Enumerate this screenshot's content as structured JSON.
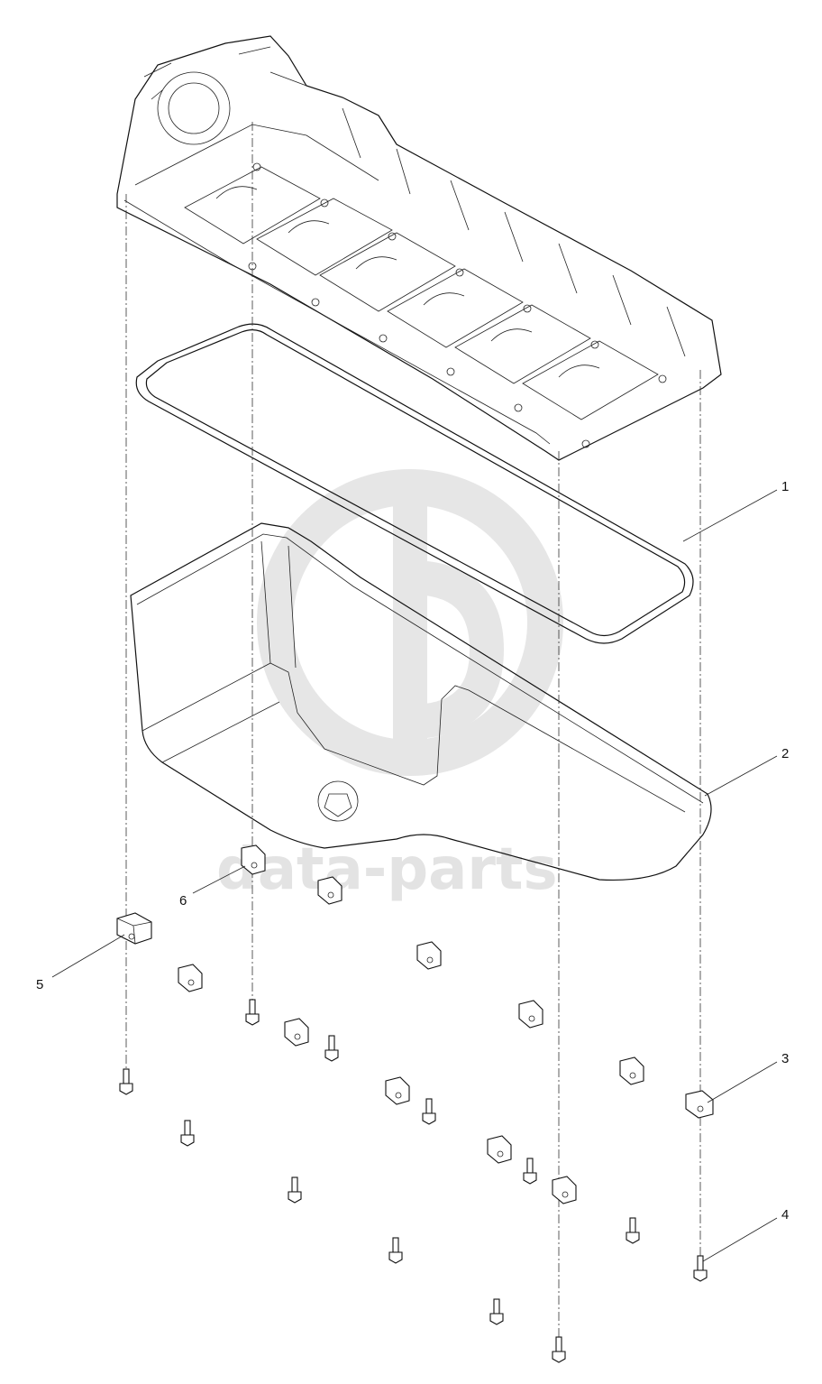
{
  "watermark": {
    "text": "data-parts",
    "color": "#e3e3e3"
  },
  "callouts": [
    "1",
    "2",
    "3",
    "4",
    "5",
    "6"
  ],
  "icons": {
    "engine_block": "engine-block-icon",
    "gasket": "gasket-icon",
    "oil_pan": "oil-pan-icon",
    "bracket": "bracket-icon",
    "bolt": "bolt-icon"
  },
  "colors": {
    "line": "#111111",
    "background": "#ffffff"
  }
}
